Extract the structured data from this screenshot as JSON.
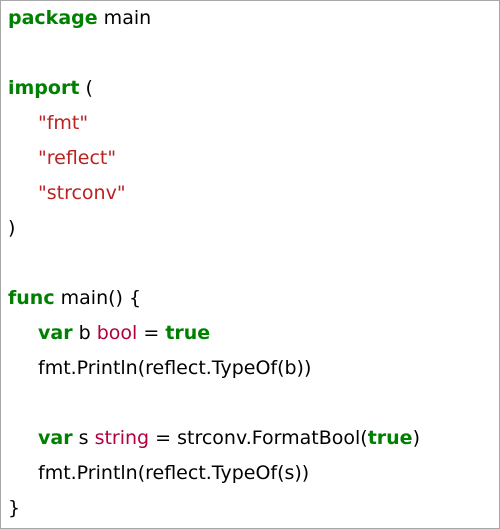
{
  "colors": {
    "keyword": "#008000",
    "string": "#ba2121",
    "type": "#b00040",
    "text": "#000000",
    "border": "#a8a8a8"
  },
  "code": {
    "l1": {
      "kw": "package",
      "rest": " main"
    },
    "l3": {
      "kw": "import",
      "rest": " ("
    },
    "l4": {
      "str": "\"fmt\""
    },
    "l5": {
      "str": "\"reflect\""
    },
    "l6": {
      "str": "\"strconv\""
    },
    "l7": {
      "text": ")"
    },
    "l9": {
      "kw": "func",
      "rest": " main() {"
    },
    "l10": {
      "kw": "var",
      "name": " b ",
      "type": "bool",
      "op": " = ",
      "kw2": "true"
    },
    "l11": {
      "text": "fmt.Println(reflect.TypeOf(b))"
    },
    "l13": {
      "kw": "var",
      "name": " s ",
      "type": "string",
      "op": " = strconv.FormatBool(",
      "kw2": "true",
      "close": ")"
    },
    "l14": {
      "text": "fmt.Println(reflect.TypeOf(s))"
    },
    "l15": {
      "text": "}"
    }
  }
}
